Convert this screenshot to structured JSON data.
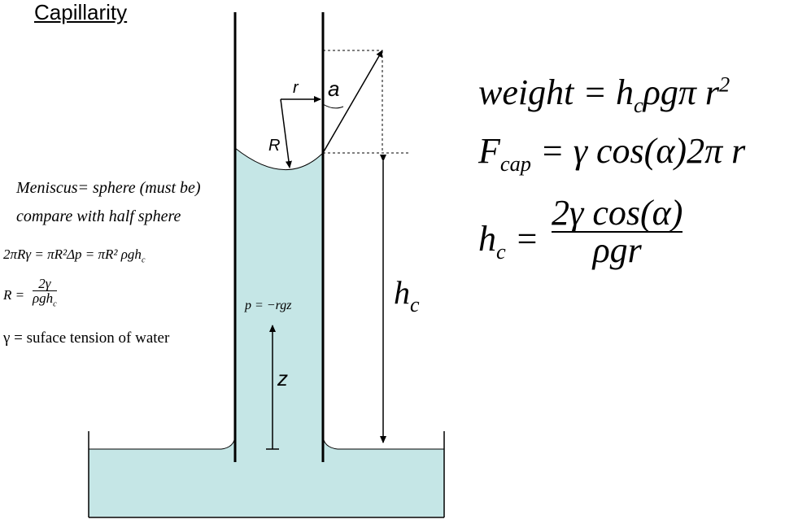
{
  "title": "Capillarity",
  "diagram": {
    "label_r": "r",
    "label_a": "a",
    "label_R": "R",
    "label_pressure": "p = −rgz",
    "label_z": "z",
    "label_hc_main": "h",
    "label_hc_sub": "c"
  },
  "notes": {
    "meniscus": "Meniscus= sphere (must be)",
    "compare": "compare  with  half sphere",
    "balance": "2πRγ = πR²Δp = πR² ρgh",
    "balance_sub": "c",
    "R_lhs": "R =",
    "R_num": "2γ",
    "R_den": "ρgh",
    "R_den_sub": "c",
    "gamma_def": "γ = suface  tension  of  water"
  },
  "equations": {
    "weight_lhs": "weight",
    "weight_rhs_a": "= h",
    "weight_rhs_sub": "c",
    "weight_rhs_b": "ρgπ r",
    "weight_sup": "2",
    "fcap_lhs": "F",
    "fcap_sub": "cap",
    "fcap_rhs": "= γ cos(α)2π r",
    "hc_lhs": "h",
    "hc_sub": "c",
    "hc_eq": "=",
    "hc_num": "2γ cos(α)",
    "hc_den": "ρgr"
  },
  "colors": {
    "water": "#c5e6e6",
    "line": "#000000"
  }
}
